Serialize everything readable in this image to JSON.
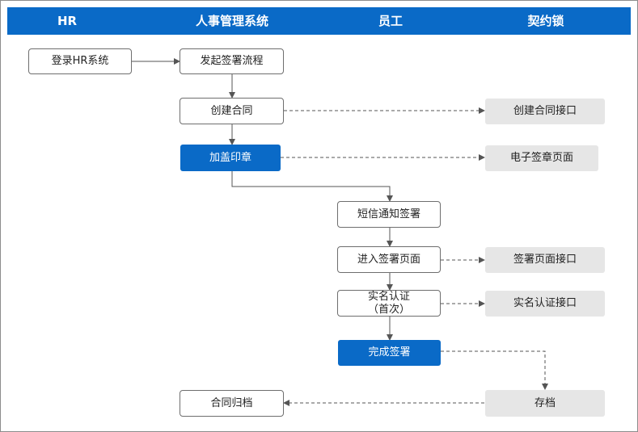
{
  "columns": {
    "hr": "HR",
    "hr_system": "人事管理系统",
    "employee": "员工",
    "qiyuesuo": "契约锁"
  },
  "nodes": {
    "login_hr": "登录HR系统",
    "start_signing": "发起签署流程",
    "create_contract": "创建合同",
    "apply_seal": "加盖印章",
    "sms_notify": "短信通知签署",
    "enter_sign_page": "进入签署页面",
    "real_name_auth": "实名认证\n（首次）",
    "complete_signing": "完成签署",
    "archive_contract": "合同归档",
    "create_contract_api": "创建合同接口",
    "e_seal_page": "电子签章页面",
    "sign_page_api": "签署页面接口",
    "real_name_api": "实名认证接口",
    "store": "存档"
  },
  "colors": {
    "header": "#0a6ac7",
    "accent_box": "#0a6ac7",
    "service_box": "#e6e6e6",
    "connector": "#555555"
  }
}
